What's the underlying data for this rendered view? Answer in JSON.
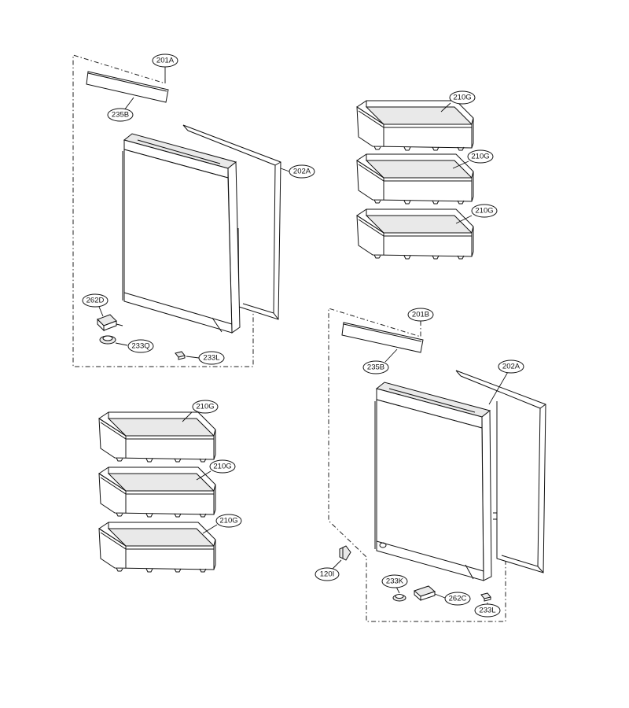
{
  "callouts": {
    "door_left": "201A",
    "door_right": "201B",
    "gasket_left": "202A",
    "gasket_right": "202A",
    "trim_left": "235B",
    "trim_right": "235B",
    "hinge_cover_left": "262D",
    "hinge_cover_right": "262C",
    "cap_left": "233Q",
    "cap_right": "233K",
    "stopper_left": "233L",
    "stopper_right": "233L",
    "hinge": "120I",
    "basket": "210G"
  }
}
